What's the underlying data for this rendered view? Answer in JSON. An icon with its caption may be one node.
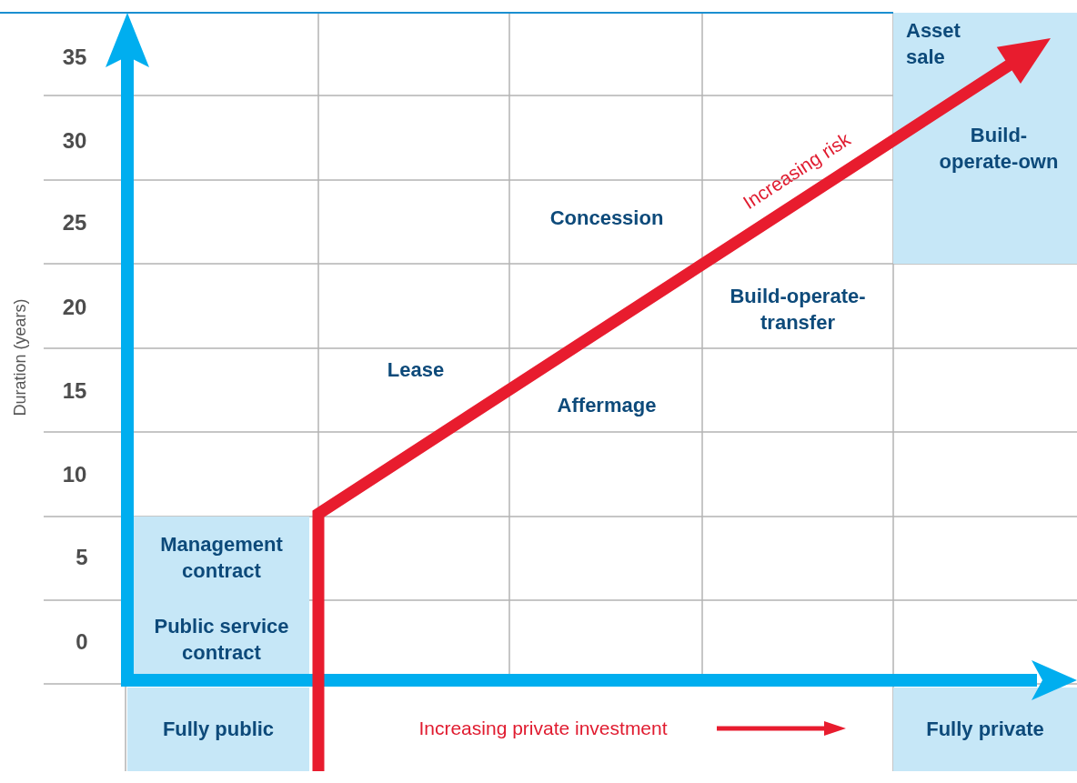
{
  "diagram": {
    "nodes": [
      {
        "text": [
          "Asset sale"
        ]
      },
      {
        "text": [
          "Build-operate-own"
        ]
      },
      {
        "text": [
          "Management contract"
        ]
      },
      {
        "text": [
          "Public service contract"
        ]
      },
      {
        "text": [
          "Fully public"
        ]
      },
      {
        "text": [
          "Fully private"
        ]
      }
    ],
    "labels": [
      "35",
      "30",
      "Increasing risk",
      "25",
      "Concession",
      "Duration (years)",
      "20",
      "Build-operate-transfer",
      "15",
      "Lease",
      "Affermage",
      "10",
      "5",
      "0",
      "Increasing private investment"
    ]
  }
}
